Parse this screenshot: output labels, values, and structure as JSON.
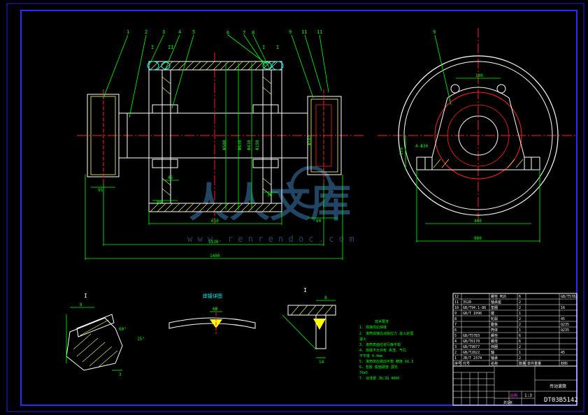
{
  "drawing_number": "DT03B5142",
  "scale": "1:3",
  "balloons": {
    "front_top_left": [
      "1",
      "2",
      "3",
      "4",
      "5"
    ],
    "front_top_center": [
      "6",
      "7",
      "8"
    ],
    "front_top_right": [
      "9",
      "11",
      "11"
    ],
    "side_view": "9",
    "detail_marks": [
      "I",
      "II",
      "I",
      "I"
    ]
  },
  "dimensions": {
    "front": {
      "shaft_dia": "Φ500",
      "drum_dia": "Φ630",
      "hub_dia": "Φ410",
      "small_hub": "Φ150",
      "d1": "95",
      "d2": "88",
      "d3": "45",
      "d4": "38",
      "d5": "60",
      "face_width": "650",
      "bearing_span": "1130",
      "overall_length": "1400",
      "inner": "Φ182"
    },
    "side": {
      "width": "440",
      "height": "170",
      "overall": "880",
      "small": "4-Φ30",
      "top": "100"
    },
    "details": {
      "d_a": "8",
      "d_b": "60°",
      "d_c": "15°",
      "d_d": "3",
      "weld": "60",
      "detail_b_title": "焊接详图",
      "detail_c_a": "8",
      "detail_c_b": "14"
    }
  },
  "tech_notes": {
    "title": "技术要求",
    "lines": [
      "1. 焊接前后焊缝",
      "2. 滚筒焊接后消除应力 退火处理",
      "   退火",
      "3. 滚筒表面应进行静平衡",
      "4. 焊缝不允许有 夹渣、气孔",
      "   不平度 0.4mm",
      "5. 滚筒体应做动平衡 精度 G6.3",
      "6. 包胶 胶面硬度 邵氏",
      "   70±5",
      "7. 涂漆按 JB/ZQ 4000"
    ]
  },
  "parts_list": {
    "rows": [
      [
        "12",
        "",
        "螺栓 M16",
        "6",
        "",
        "GB/T5782"
      ],
      [
        "11",
        "3528",
        "轴承座",
        "2",
        "",
        ""
      ],
      [
        "10",
        "GB/T94.1-86",
        "垫圈",
        "2",
        "",
        "16"
      ],
      [
        "9",
        "GB/T 1096",
        "键",
        "1",
        "",
        ""
      ],
      [
        "8",
        "",
        "轮毂",
        "2",
        "",
        "45"
      ],
      [
        "7",
        "",
        "腹板",
        "2",
        "",
        "Q235"
      ],
      [
        "6",
        "",
        "筒体",
        "1",
        "",
        "Q235"
      ],
      [
        "5",
        "GB/T5783",
        "螺栓",
        "6",
        "",
        ""
      ],
      [
        "4",
        "GB/T6170",
        "螺母",
        "6",
        "",
        ""
      ],
      [
        "3",
        "GB/T9877",
        "挡圈",
        "2",
        "",
        ""
      ],
      [
        "2",
        "GB/T2822",
        "轴",
        "1",
        "",
        "45"
      ],
      [
        "1",
        "JB/T 2374",
        "轴承",
        "2",
        "",
        ""
      ]
    ],
    "header": [
      "序号",
      "代号",
      "名称",
      "数量",
      "单件重量",
      "材料"
    ]
  },
  "title_block": {
    "name": "传动滚筒",
    "scale_label": "比例",
    "scale_value": "1:3",
    "sheet": "共1张",
    "number": "DT03B5142"
  },
  "watermark": {
    "text": "人人文库",
    "url": "w w w . r e n r e n d o c . c o m"
  },
  "colors": {
    "background": "#000000",
    "frame": "#0000ff",
    "outline": "#ffffff",
    "dimension": "#00ff00",
    "center": "#ff0000",
    "leader": "#00ff00",
    "hatch": "#ffff00",
    "cyan": "#00ffff",
    "magenta": "#ff00ff"
  }
}
